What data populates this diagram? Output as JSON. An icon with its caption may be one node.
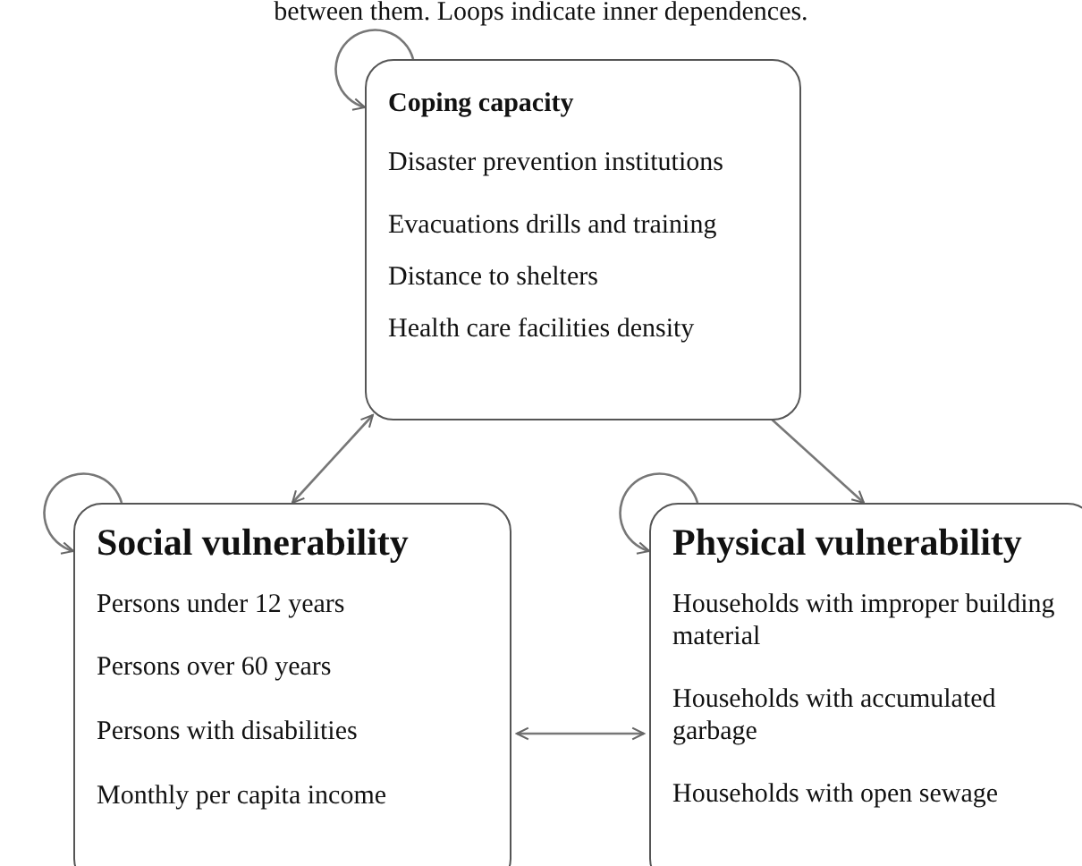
{
  "diagram": {
    "nodes": [
      {
        "text": [
          "Coping capacity",
          "Disaster prevention institutions",
          "Evacuations drills and training",
          "Distance to shelters",
          "Health care facilities density"
        ]
      },
      {
        "text": [
          "Social vulnerability",
          "Persons under 12 years",
          "Persons over 60 years",
          "Persons with disabilities",
          "Monthly per capita income"
        ]
      },
      {
        "text": [
          "Physical vulnerability",
          "Households with improper building material",
          "Households with accumulated garbage",
          "Households with open sewage"
        ]
      }
    ],
    "edges": [
      {
        "from": 0,
        "to": 0,
        "arrow": "to"
      },
      {
        "from": 1,
        "to": 1,
        "arrow": "to"
      },
      {
        "from": 2,
        "to": 2,
        "arrow": "to"
      },
      {
        "from": 0,
        "to": 1,
        "arrow": "both"
      },
      {
        "from": 0,
        "to": 2,
        "arrow": "to"
      },
      {
        "from": 1,
        "to": 2,
        "arrow": "both"
      }
    ],
    "labels": [
      "between them. Loops indicate inner dependences."
    ]
  }
}
